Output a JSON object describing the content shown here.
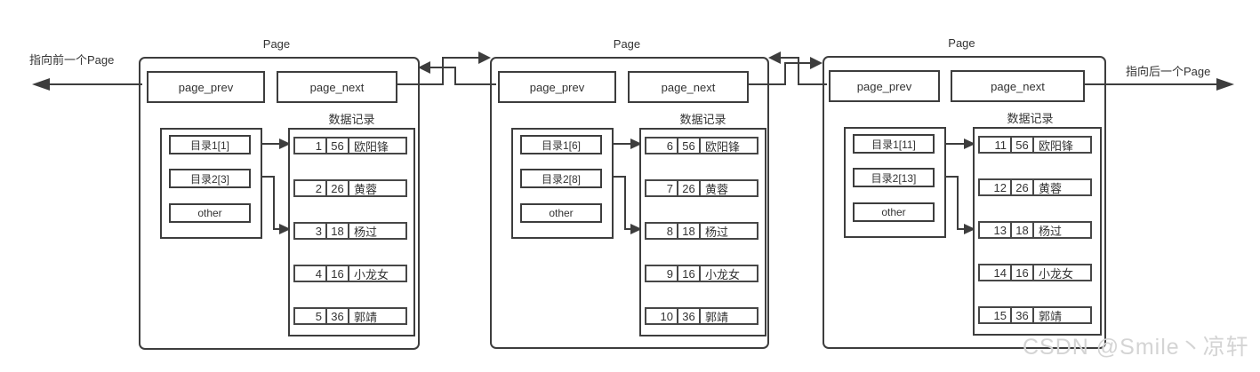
{
  "diagram": {
    "prev_pointer_label": "指向前一个Page",
    "next_pointer_label": "指向后一个Page",
    "watermark": "CSDN @Smile丶凉轩"
  },
  "pages": [
    {
      "title": "Page",
      "page_prev": "page_prev",
      "page_next": "page_next",
      "records_label": "数据记录",
      "directory": [
        "目录1[1]",
        "目录2[3]",
        "other"
      ],
      "records": [
        [
          "1",
          "56",
          "欧阳锋"
        ],
        [
          "2",
          "26",
          "黄蓉"
        ],
        [
          "3",
          "18",
          "杨过"
        ],
        [
          "4",
          "16",
          "小龙女"
        ],
        [
          "5",
          "36",
          "郭靖"
        ]
      ]
    },
    {
      "title": "Page",
      "page_prev": "page_prev",
      "page_next": "page_next",
      "records_label": "数据记录",
      "directory": [
        "目录1[6]",
        "目录2[8]",
        "other"
      ],
      "records": [
        [
          "6",
          "56",
          "欧阳锋"
        ],
        [
          "7",
          "26",
          "黄蓉"
        ],
        [
          "8",
          "18",
          "杨过"
        ],
        [
          "9",
          "16",
          "小龙女"
        ],
        [
          "10",
          "36",
          "郭靖"
        ]
      ]
    },
    {
      "title": "Page",
      "page_prev": "page_prev",
      "page_next": "page_next",
      "records_label": "数据记录",
      "directory": [
        "目录1[11]",
        "目录2[13]",
        "other"
      ],
      "records": [
        [
          "11",
          "56",
          "欧阳锋"
        ],
        [
          "12",
          "26",
          "黄蓉"
        ],
        [
          "13",
          "18",
          "杨过"
        ],
        [
          "14",
          "16",
          "小龙女"
        ],
        [
          "15",
          "36",
          "郭靖"
        ]
      ]
    }
  ]
}
